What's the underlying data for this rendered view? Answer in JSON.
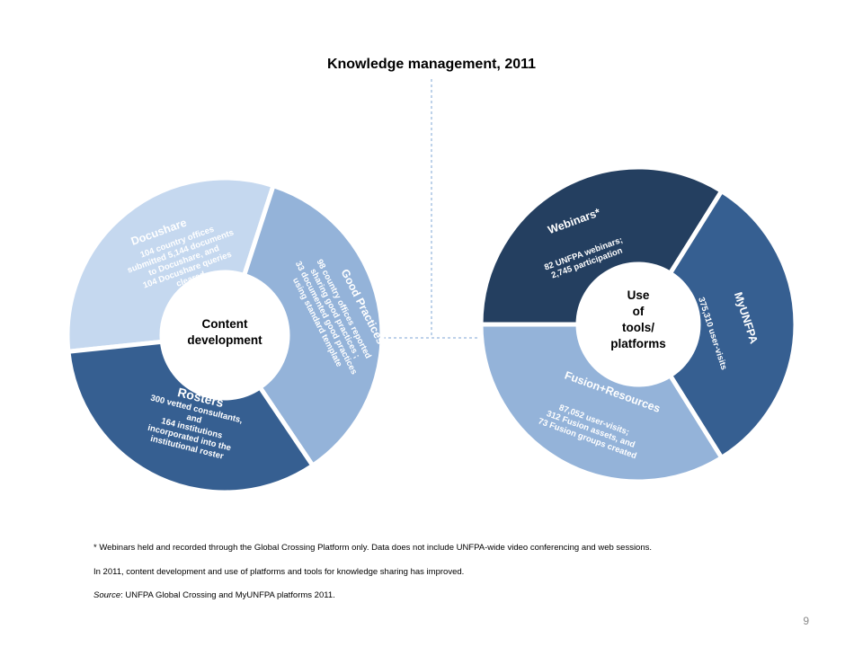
{
  "title": "Knowledge management, 2011",
  "left_donut": {
    "center_label": [
      "Content",
      "development"
    ],
    "segments": [
      {
        "name": "Docushare",
        "lines": [
          "104 country offices",
          "submitted 5,144 documents",
          "to Docushare, and",
          "104 Docushare queries",
          "cleared"
        ],
        "color": "#c5d8ef"
      },
      {
        "name": "Good Practices",
        "lines": [
          "98 country offices reported",
          "sharing good practices ;",
          "33 documented good practices",
          "using standard template"
        ],
        "color": "#94b3d9"
      },
      {
        "name": "Rosters",
        "lines": [
          "300 vetted consultants,",
          "and",
          "164 institutions",
          "incorporated into the",
          "institutional roster"
        ],
        "color": "#365f91"
      }
    ]
  },
  "right_donut": {
    "center_label": [
      "Use",
      "of",
      "tools/",
      "platforms"
    ],
    "segments": [
      {
        "name": "Webinars*",
        "lines": [
          "82 UNFPA webinars;",
          "2,745 participation"
        ],
        "color": "#243f60"
      },
      {
        "name": "MyUNFPA",
        "lines": [
          "375,310 user-visits"
        ],
        "color": "#365f91"
      },
      {
        "name": "Fusion+Resources",
        "lines": [
          "87,052 user-visits;",
          "312 Fusion assets, and",
          "73 Fusion groups created"
        ],
        "color": "#94b3d9"
      }
    ]
  },
  "footnotes": {
    "webinar_note": "* Webinars held and recorded through the Global Crossing Platform only. Data does not include UNFPA-wide video conferencing and web sessions.",
    "summary": "In 2011, content development and use of platforms and tools for knowledge sharing has improved.",
    "source_label": "Source",
    "source_text": ": UNFPA Global Crossing and MyUNFPA platforms 2011."
  },
  "page_number": "9"
}
